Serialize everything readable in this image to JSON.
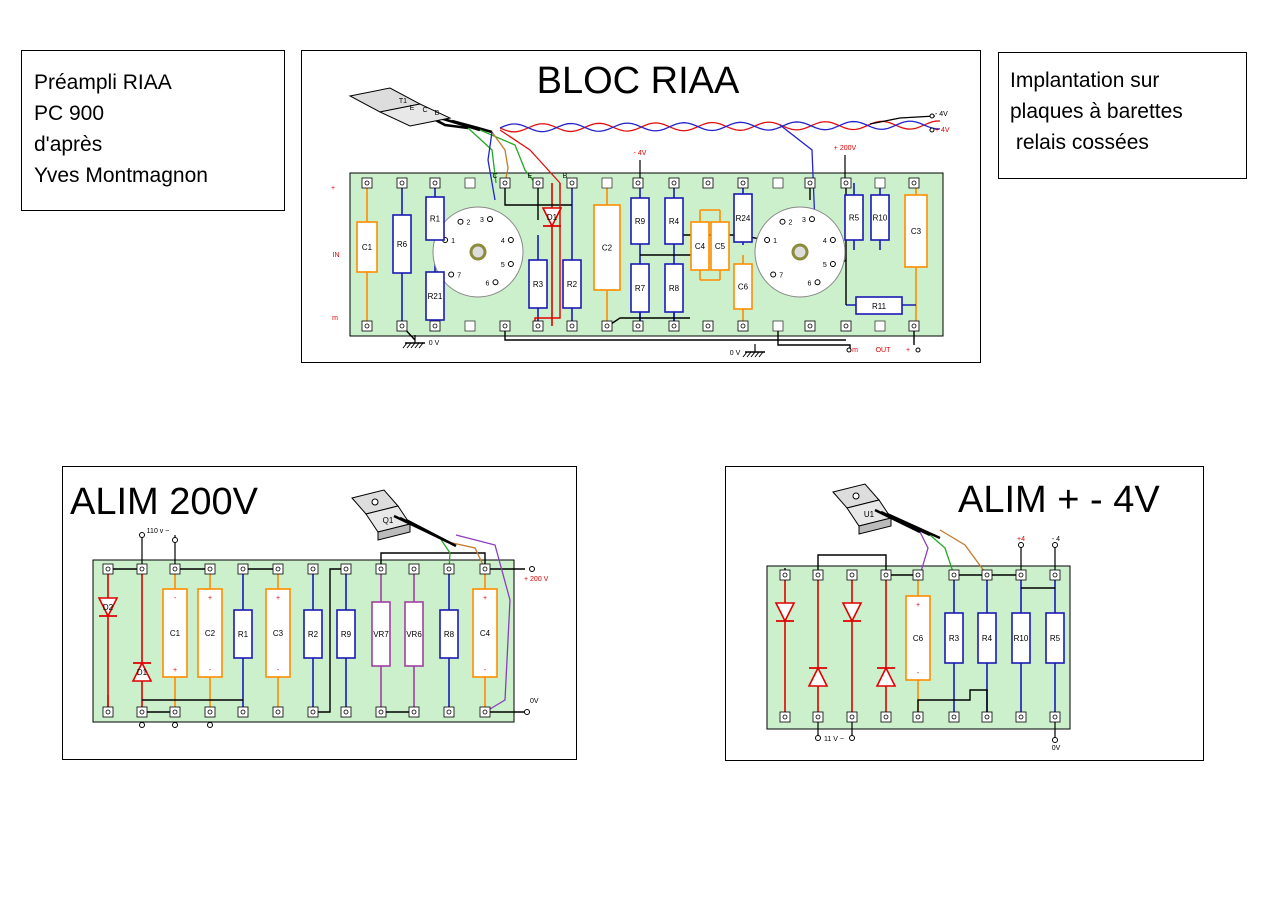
{
  "notes": {
    "left": [
      "Préampli RIAA",
      "PC 900",
      "d'après",
      "Yves Montmagnon"
    ],
    "right": [
      "Implantation sur",
      "plaques à barettes",
      " relais cossées"
    ]
  },
  "riaa": {
    "title": "BLOC  RIAA",
    "transistor": "T1",
    "transistor_pins": [
      "E",
      "C",
      "B"
    ],
    "pin_labels": [
      "C",
      "E",
      "B"
    ],
    "supply": [
      "- 4V",
      "+ 4V"
    ],
    "minus4": "- 4V",
    "plus200": "+ 200V",
    "input": [
      "+",
      "IN",
      "m"
    ],
    "ground": "0 V",
    "ground2": "0 V",
    "output": [
      "m",
      "OUT",
      "+"
    ],
    "tube_pins": [
      "1",
      "2",
      "3",
      "4",
      "5",
      "6",
      "7"
    ],
    "components": [
      "C1",
      "R6",
      "R1",
      "R21",
      "R3",
      "D1",
      "R2",
      "C2",
      "R9",
      "R7",
      "R4",
      "R8",
      "C4",
      "C5",
      "R24",
      "C6",
      "R5",
      "R10",
      "C3",
      "R11"
    ]
  },
  "alim200": {
    "title": "ALIM  200V",
    "regulator": "Q1",
    "input": "110 v ~",
    "output": "+ 200 V",
    "ground": "0V",
    "components": [
      "D2",
      "D1",
      "C1",
      "C2",
      "R1",
      "C3",
      "R2",
      "R9",
      "VR7",
      "VR6",
      "R8",
      "C4"
    ],
    "polarity": [
      "+",
      "-"
    ]
  },
  "alim4": {
    "title": "ALIM  + - 4V",
    "regulator": "U1",
    "input": "11 V ~",
    "outputs": [
      "+4",
      "- 4"
    ],
    "ground": "0V",
    "components": [
      "C6",
      "R3",
      "R4",
      "R10",
      "R5"
    ],
    "polarity": [
      "+",
      "-"
    ]
  },
  "colors": {
    "board": "#ccf0cc",
    "resistor": "#1a1ab4",
    "capacitor": "#ff8c00",
    "diode": "#e00000",
    "trimmer": "#a040a0",
    "wire": "#000000"
  }
}
